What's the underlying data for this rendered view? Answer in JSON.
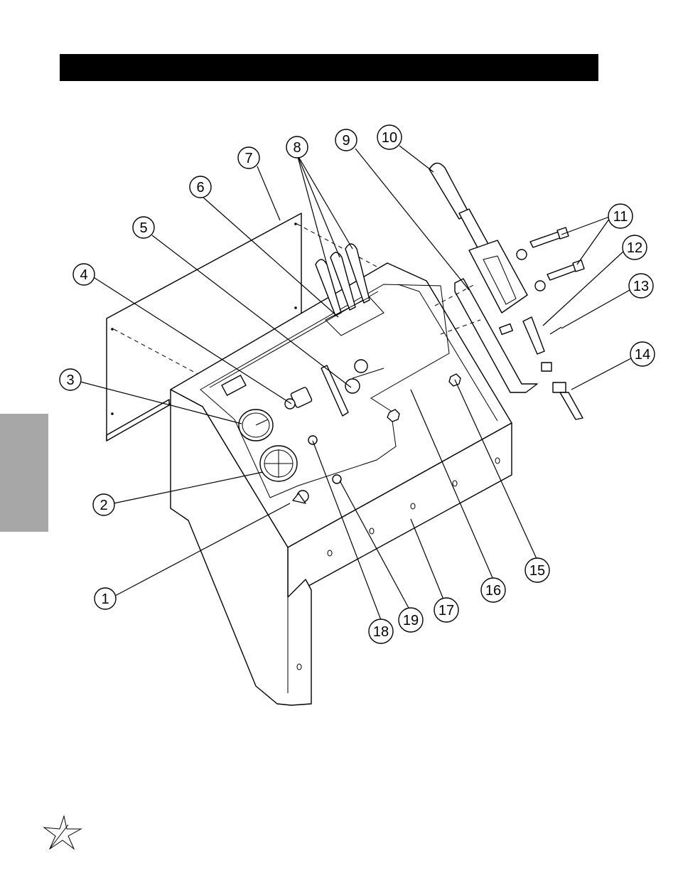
{
  "header": {
    "bar_color": "#000000"
  },
  "side_tab": {
    "color": "#a7a7a7"
  },
  "logo": {
    "icon": "star-logo-icon"
  },
  "callouts": [
    {
      "label": "1"
    },
    {
      "label": "2"
    },
    {
      "label": "3"
    },
    {
      "label": "4"
    },
    {
      "label": "5"
    },
    {
      "label": "6"
    },
    {
      "label": "7"
    },
    {
      "label": "8"
    },
    {
      "label": "9"
    },
    {
      "label": "10"
    },
    {
      "label": "11"
    },
    {
      "label": "12"
    },
    {
      "label": "13"
    },
    {
      "label": "14"
    },
    {
      "label": "15"
    },
    {
      "label": "16"
    },
    {
      "label": "17"
    },
    {
      "label": "18"
    },
    {
      "label": "19"
    }
  ]
}
